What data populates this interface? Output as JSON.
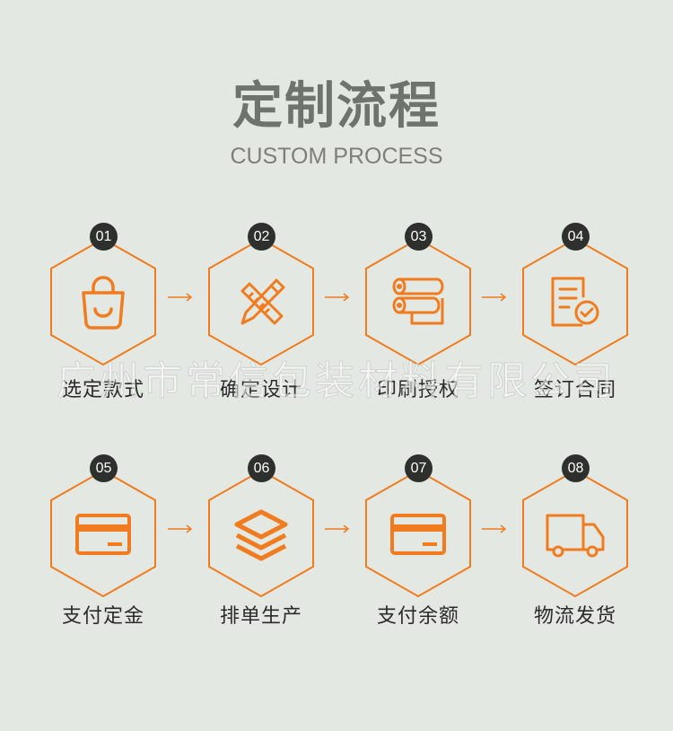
{
  "header": {
    "title": "定制流程",
    "subtitle": "CUSTOM PROCESS"
  },
  "watermark": "广州市常信包装材料有限公司",
  "colors": {
    "accent": "#f07c1f",
    "badge": "#2e302d",
    "background": "#e3e8e2",
    "title": "#6f736d"
  },
  "steps": [
    {
      "number": "01",
      "label": "选定款式",
      "icon": "shopping-bag-icon"
    },
    {
      "number": "02",
      "label": "确定设计",
      "icon": "pencil-ruler-icon"
    },
    {
      "number": "03",
      "label": "印刷授权",
      "icon": "paper-rolls-icon"
    },
    {
      "number": "04",
      "label": "签订合同",
      "icon": "contract-check-icon"
    },
    {
      "number": "05",
      "label": "支付定金",
      "icon": "credit-card-icon"
    },
    {
      "number": "06",
      "label": "排单生产",
      "icon": "layers-icon"
    },
    {
      "number": "07",
      "label": "支付余额",
      "icon": "credit-card-icon"
    },
    {
      "number": "08",
      "label": "物流发货",
      "icon": "delivery-truck-icon"
    }
  ]
}
